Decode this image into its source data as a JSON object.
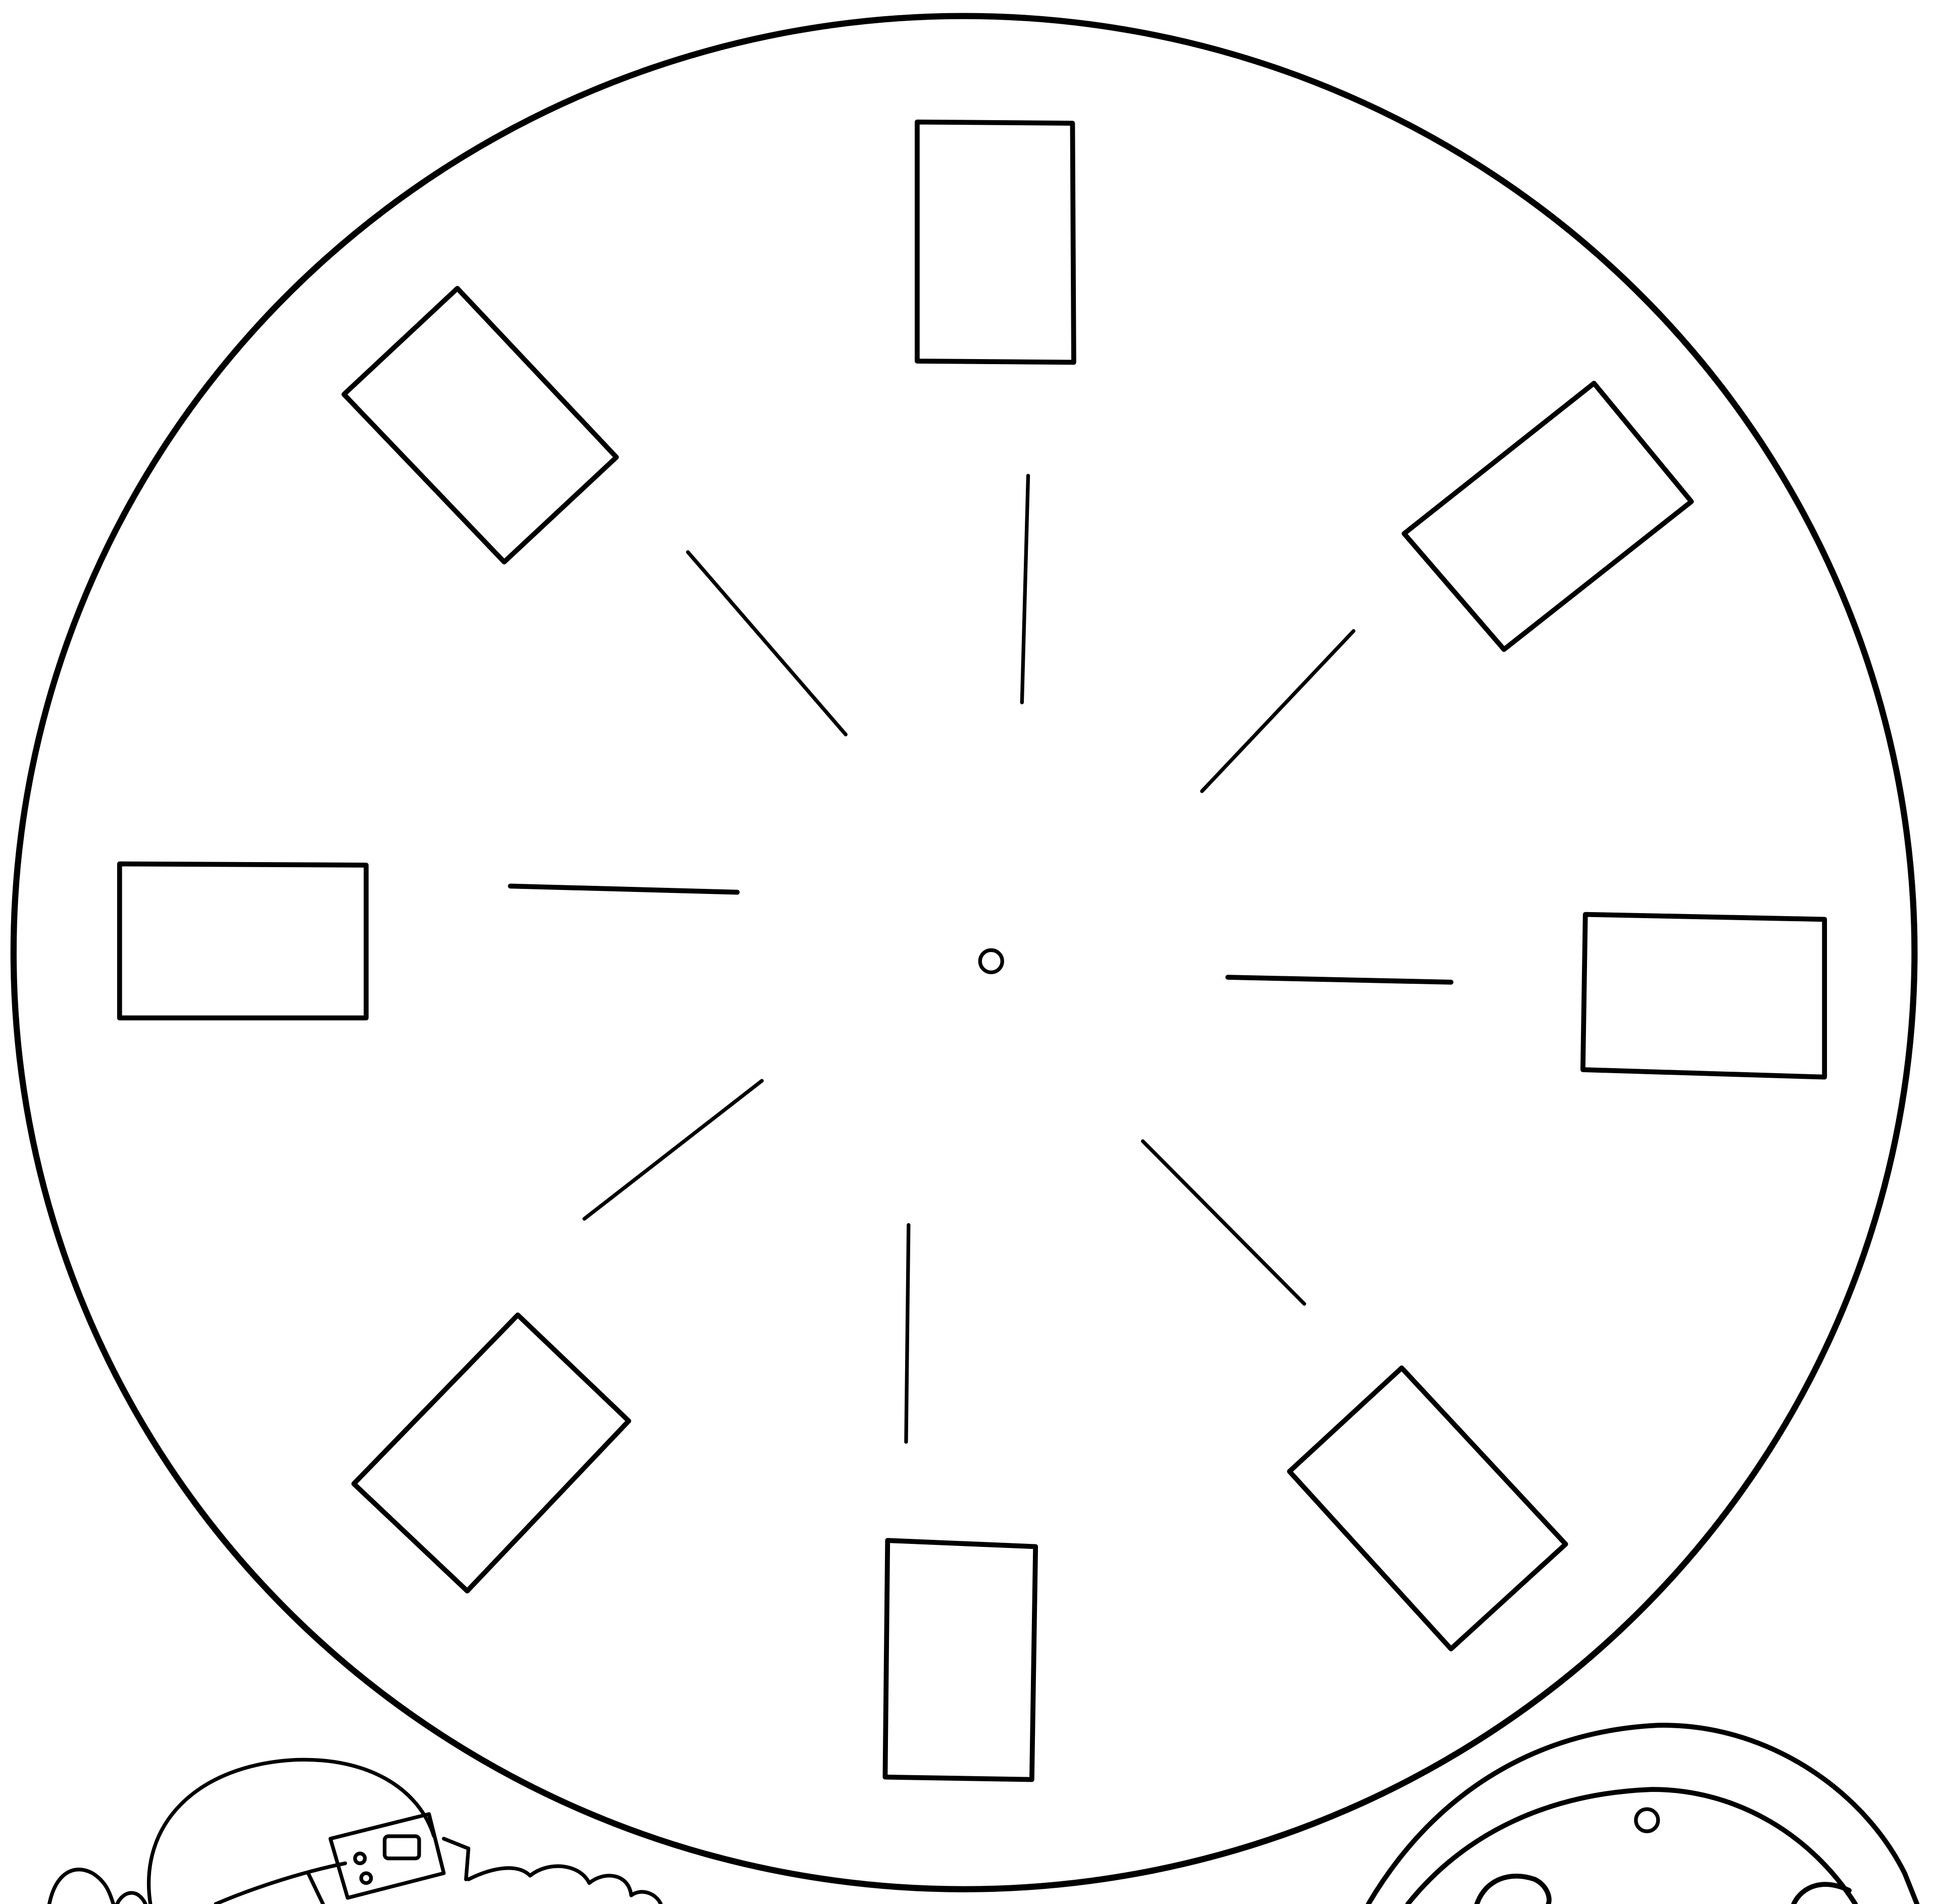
{
  "worksheet": {
    "title": "",
    "line_color": "#000000",
    "background_color": "#ffffff",
    "segment_count": 8,
    "answer_boxes": [
      {
        "id": "box-top",
        "value": ""
      },
      {
        "id": "box-top-right",
        "value": ""
      },
      {
        "id": "box-right",
        "value": ""
      },
      {
        "id": "box-bottom-right",
        "value": ""
      },
      {
        "id": "box-bottom",
        "value": ""
      },
      {
        "id": "box-bottom-left",
        "value": ""
      },
      {
        "id": "box-left",
        "value": ""
      },
      {
        "id": "box-top-left",
        "value": ""
      }
    ],
    "decorations": [
      "cartoon-character-clipart",
      "small-wheel-clipart"
    ]
  }
}
